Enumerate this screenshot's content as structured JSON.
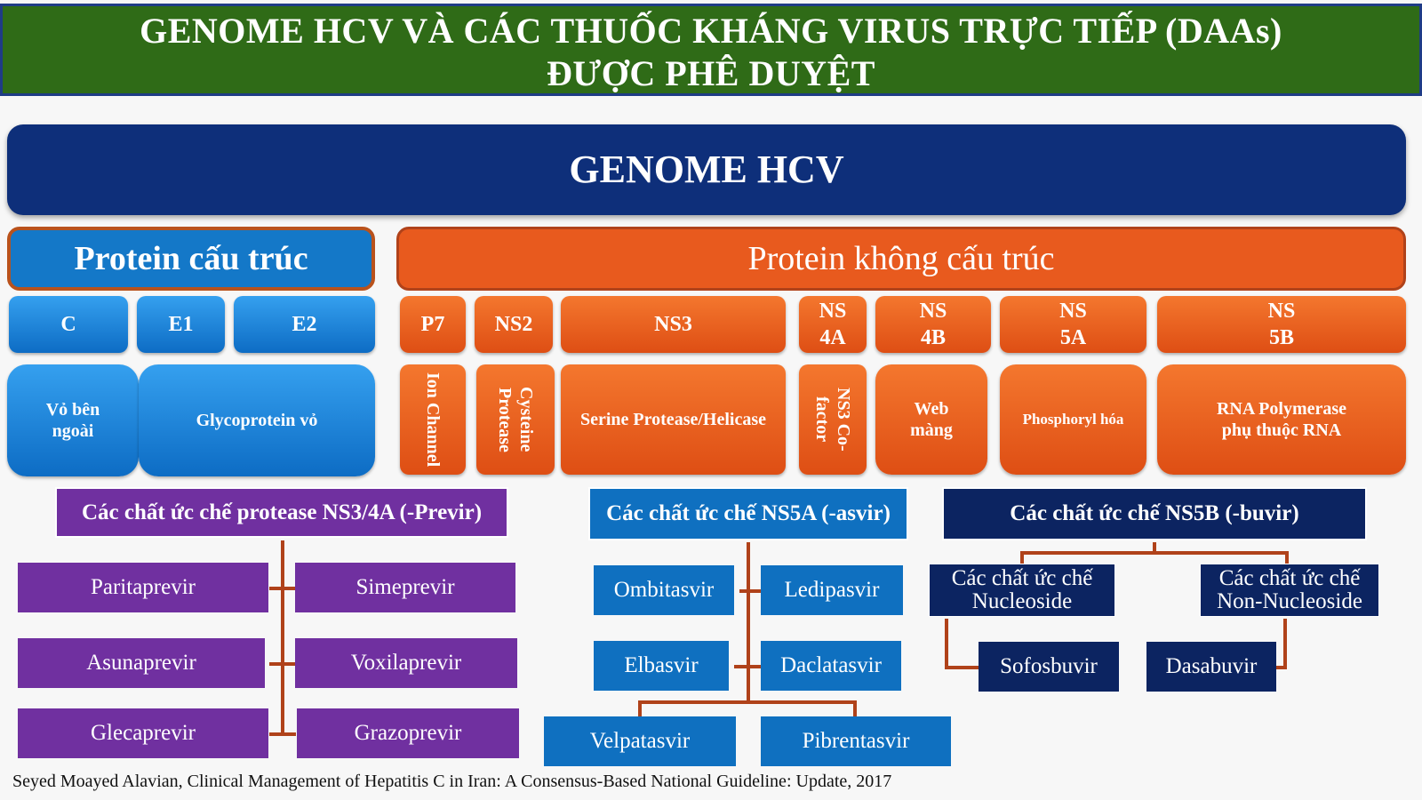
{
  "title": {
    "line1": "GENOME HCV VÀ CÁC THUỐC KHÁNG VIRUS TRỰC TIẾP (DAAs)",
    "line2": "ĐƯỢC PHÊ DUYỆT"
  },
  "genome_label": "GENOME HCV",
  "structural": {
    "header": "Protein cấu trúc",
    "segments": [
      "C",
      "E1",
      "E2"
    ],
    "functions": [
      "Vỏ bên ngoài",
      "Glycoprotein vỏ"
    ]
  },
  "nonstructural": {
    "header": "Protein không cấu trúc",
    "segments": [
      "P7",
      "NS2",
      "NS3",
      "NS 4A",
      "NS 4B",
      "NS 5A",
      "NS 5B"
    ],
    "functions": [
      "Ion Channel",
      "Cysteine Protease",
      "Serine Protease/Helicase",
      "NS3 Co-factor",
      "Web màng",
      "Phosphoryl hóa",
      "RNA Polymerase phụ thuộc RNA"
    ]
  },
  "ns34a": {
    "label": "Các chất ức chế protease NS3/4A (-Previr)",
    "drugs": [
      "Paritaprevir",
      "Simeprevir",
      "Asunaprevir",
      "Voxilaprevir",
      "Glecaprevir",
      "Grazoprevir"
    ]
  },
  "ns5a": {
    "label": "Các chất ức chế NS5A (-asvir)",
    "drugs": [
      "Ombitasvir",
      "Ledipasvir",
      "Elbasvir",
      "Daclatasvir",
      "Velpatasvir",
      "Pibrentasvir"
    ]
  },
  "ns5b": {
    "label": "Các chất ức chế NS5B (-buvir)",
    "sub": [
      "Các chất ức chế Nucleoside",
      "Các chất ức chế Non-Nucleoside"
    ],
    "drugs": [
      "Sofosbuvir",
      "Dasabuvir"
    ]
  },
  "citation": "Seyed Moayed Alavian, Clinical Management of Hepatitis C in Iran: A Consensus-Based National Guideline: Update, 2017",
  "colors": {
    "title_bg": "#2f6b17",
    "genome_bg": "#0e2f7a",
    "structural": "#1478c8",
    "nonstructural": "#e85a1e",
    "ns34a": "#7030a0",
    "ns5a": "#0f70c0",
    "ns5b": "#0c2461",
    "connector": "#b0421a"
  }
}
